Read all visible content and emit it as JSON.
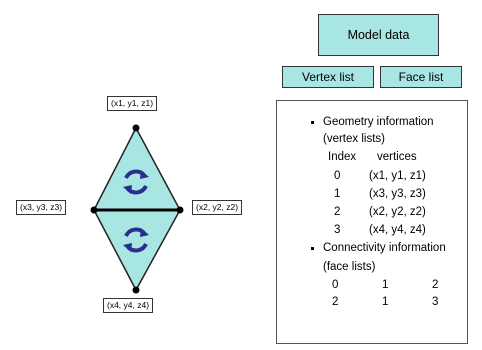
{
  "model": {
    "title": "Model data",
    "vertex_list_label": "Vertex list",
    "face_list_label": "Face list"
  },
  "vertices": {
    "top": "(x1, y1, z1)",
    "left": "(x3, y3, z3)",
    "right": "(x2, y2, z2)",
    "bottom": "(x4, y4, z4)"
  },
  "colors": {
    "fill": "#a8e6e3",
    "arrow": "#2b2d8f"
  },
  "info": {
    "geometry_heading": "Geometry information",
    "geometry_sub": "(vertex lists)",
    "index_header": "Index",
    "vertices_header": "vertices",
    "vertex_rows": [
      {
        "index": "0",
        "coords": "(x1, y1, z1)"
      },
      {
        "index": "1",
        "coords": "(x3, y3, z3)"
      },
      {
        "index": "2",
        "coords": "(x2, y2, z2)"
      },
      {
        "index": "3",
        "coords": "(x4, y4, z4)"
      }
    ],
    "connectivity_heading": "Connectivity information",
    "connectivity_sub": "(face lists)",
    "face_rows": [
      [
        "0",
        "1",
        "2"
      ],
      [
        "2",
        "1",
        "3"
      ]
    ]
  }
}
